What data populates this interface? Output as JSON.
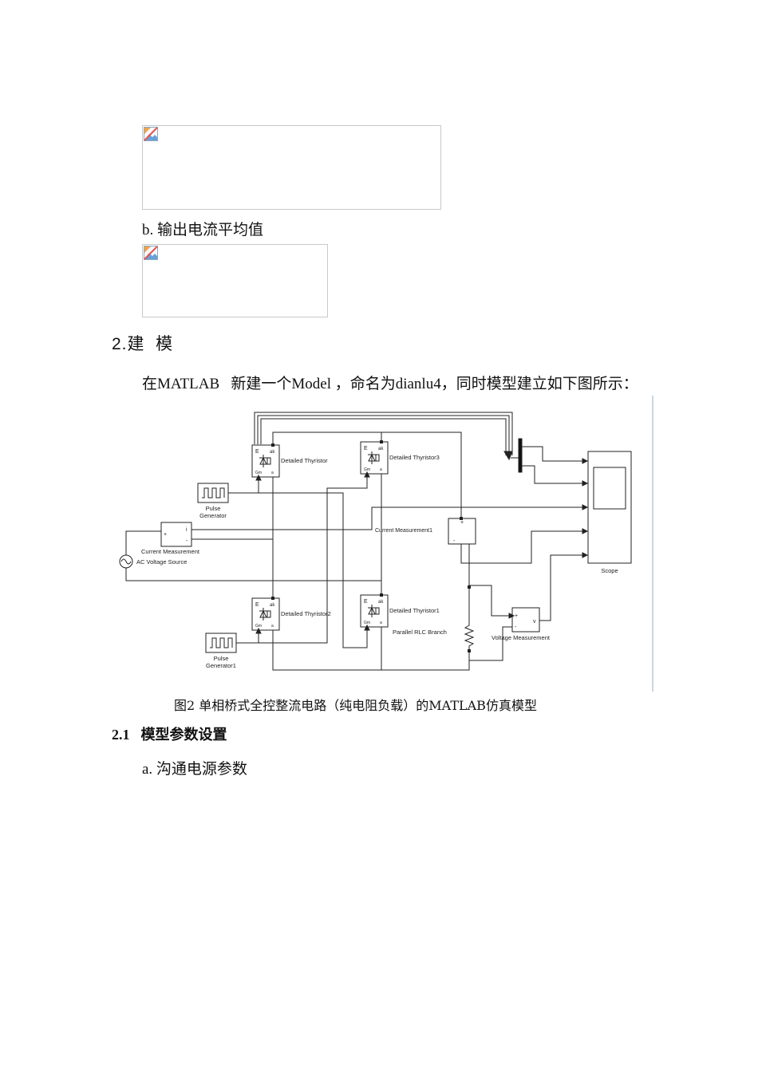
{
  "doc": {
    "item_b": "b. 输出电流平均值",
    "section2_title": "2.建  模",
    "para": "在MATLAB   新建一个Model ，命名为dianlu4，同时模型建立如下图所示：",
    "fig_caption": "图2 单相桥式全控整流电路（纯电阻负载）的MATLAB仿真模型",
    "sub_num": "2.1",
    "sub_title": "模型参数设置",
    "item_a": "a. 沟通电源参数"
  },
  "diagram": {
    "labels": {
      "thy_a": "Detailed Thyristor",
      "thy_b": "Detailed Thyristor3",
      "thy_c": "Detailed Thyristor2",
      "thy_d": "Detailed Thyristor1",
      "pulse1_l1": "Pulse",
      "pulse1_l2": "Generator",
      "pulse2_l1": "Pulse",
      "pulse2_l2": "Generator1",
      "cur_meas": "Current Measurement",
      "cur_meas1": "Current Measurement1",
      "ac_src": "AC Voltage Source",
      "rlc": "Parallel RLC Branch",
      "volt_meas": "Voltage Measurement",
      "scope": "Scope"
    },
    "port_glyphs": {
      "E": "E",
      "ak": "ak",
      "gm": "Gm",
      "a": "a",
      "plus": "+",
      "minus": "-",
      "i": "i",
      "v": "v"
    }
  }
}
